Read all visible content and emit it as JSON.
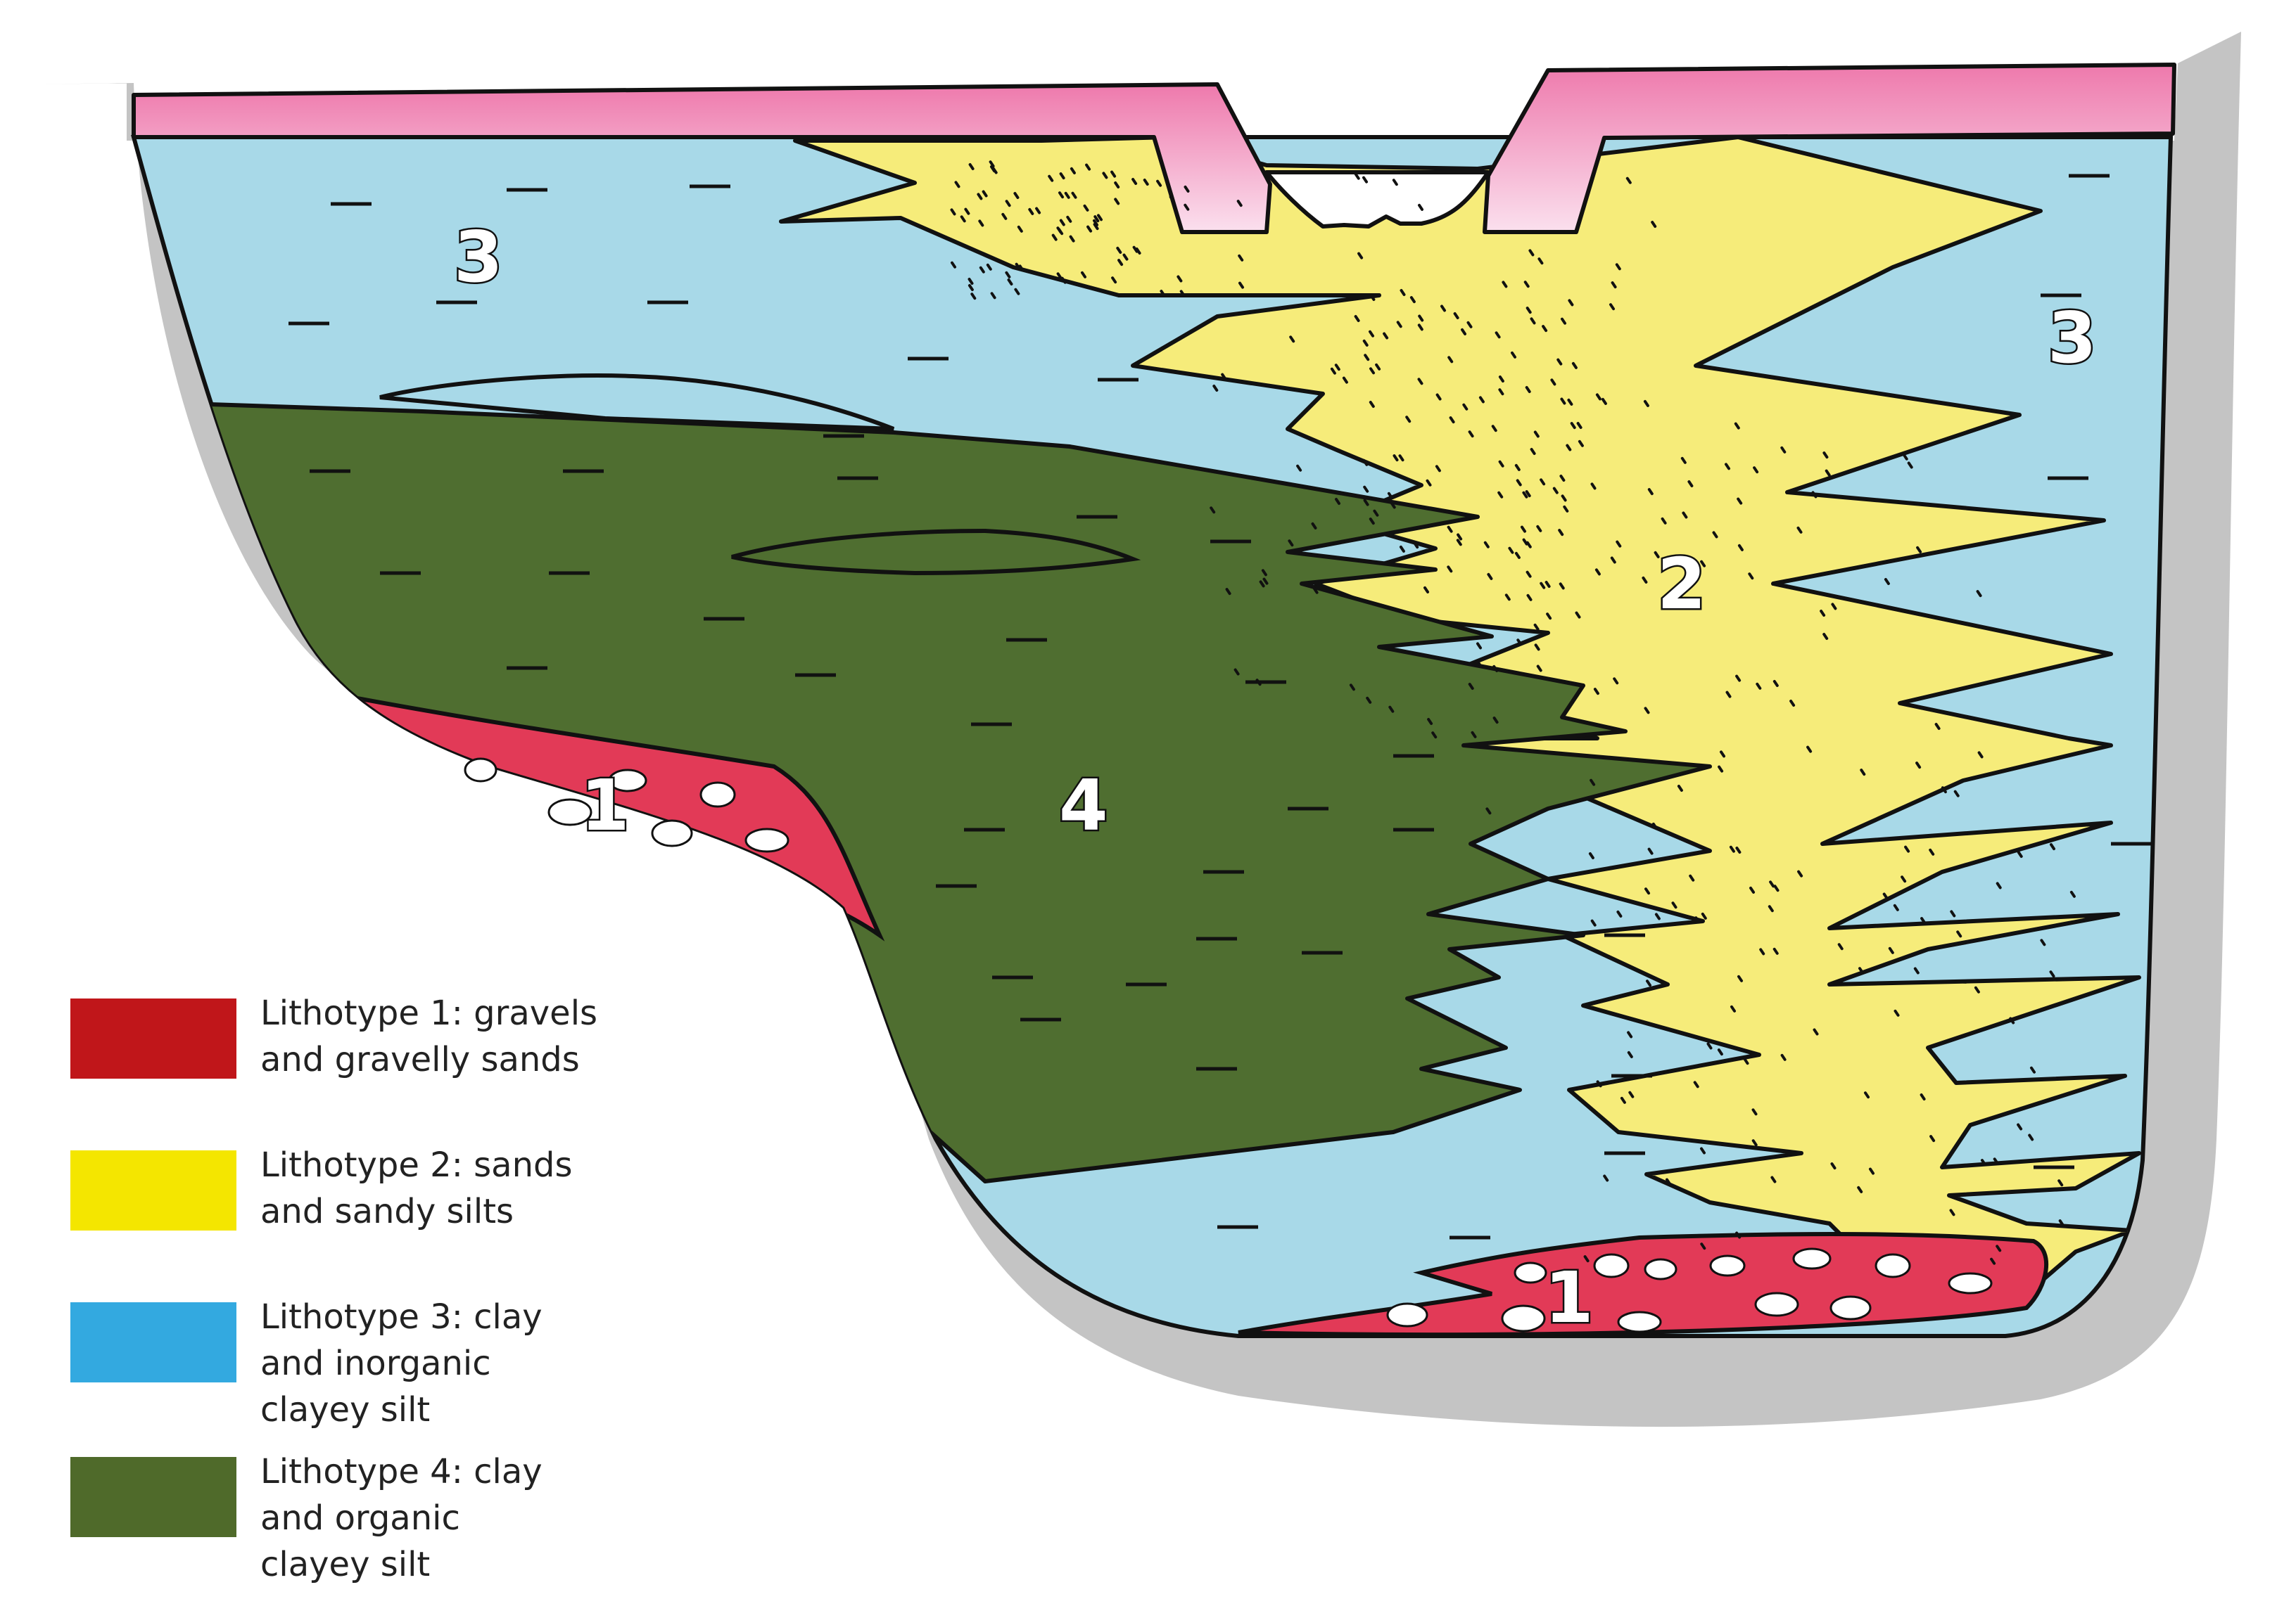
{
  "units": [
    {
      "id": "u3-left",
      "number": "3"
    },
    {
      "id": "u3-right",
      "number": "3"
    },
    {
      "id": "u2",
      "number": "2"
    },
    {
      "id": "u4",
      "number": "4"
    },
    {
      "id": "u1-left",
      "number": "1"
    },
    {
      "id": "u1-bottom",
      "number": "1"
    }
  ],
  "legend": [
    {
      "color": "#c0161a",
      "lines": [
        "Lithotype 1: gravels",
        "and gravelly sands"
      ]
    },
    {
      "color": "#f4e600",
      "lines": [
        "Lithotype 2: sands",
        "and  sandy silts"
      ]
    },
    {
      "color": "#33a9e0",
      "lines": [
        "Lithotype 3: clay",
        "and inorganic",
        "clayey silt"
      ]
    },
    {
      "color": "#4f6a2a",
      "lines": [
        "Lithotype 4: clay",
        "and organic",
        "clayey silt"
      ]
    }
  ],
  "colors": {
    "bedrock": "#c4c4c4",
    "lithotype1": "#e23a57",
    "lithotype2": "#f6ec7a",
    "lithotype3": "#a8d9e8",
    "lithotype4": "#4f6e30",
    "top_layer": "#ef7fb0",
    "outline": "#111111"
  }
}
